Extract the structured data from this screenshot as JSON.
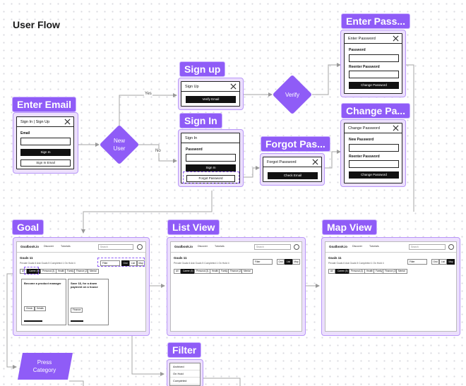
{
  "board": {
    "title": "User Flow"
  },
  "sections": {
    "enter_email": "Enter Email",
    "sign_up": "Sign up",
    "sign_in": "Sign In",
    "forgot_password": "Forgot Pas...",
    "enter_password": "Enter Pass...",
    "change_password": "Change Pa...",
    "goal": "Goal",
    "list_view": "List View",
    "map_view": "Map View",
    "filter": "Filter"
  },
  "decisions": {
    "new_user": "New User",
    "verify": "Verify",
    "yes": "Yes",
    "no": "No",
    "press_category": "Press Category"
  },
  "screens": {
    "email": {
      "header": "Sign In | Sign Up",
      "field_label": "Email",
      "primary": "Sign In",
      "secondary": "Sign In Email"
    },
    "signup": {
      "header": "Sign Up",
      "primary": "Verify Email"
    },
    "signin": {
      "header": "Sign In",
      "field_label": "Password",
      "primary": "Sign In",
      "secondary": "Forgot Password"
    },
    "forgot": {
      "header": "Forgot Password",
      "primary": "Check Email"
    },
    "enter_pw": {
      "header": "Enter Password",
      "label1": "Password",
      "label2": "Reenter Password",
      "primary": "Change Password"
    },
    "change_pw": {
      "header": "Change Password",
      "label1": "New Password",
      "label2": "Reenter Password",
      "primary": "Change Password"
    }
  },
  "app": {
    "logo": "Goalbook.io",
    "nav1": "Discover",
    "nav2": "Tutorials",
    "search_placeholder": "Search",
    "heading": "Goals 11",
    "counts": "Private Goals 6   Ask Goals 5   Completed 1   On Hold 4",
    "filter": "Filter",
    "view_grid": "Grid",
    "view_list": "List",
    "view_map": "Map",
    "chips": [
      "All",
      "Career (5)",
      "Personal (3)",
      "Health",
      "Family",
      "Finance (2)",
      "Mental"
    ]
  },
  "goal_cards": [
    {
      "title": "Become a product manager",
      "button1": "Check",
      "button2": "Details"
    },
    {
      "title": "Save 1$, for a down payment on a house",
      "button1": "Finance"
    }
  ],
  "filter_options": [
    "Archived",
    "On Hold",
    "Completed"
  ]
}
